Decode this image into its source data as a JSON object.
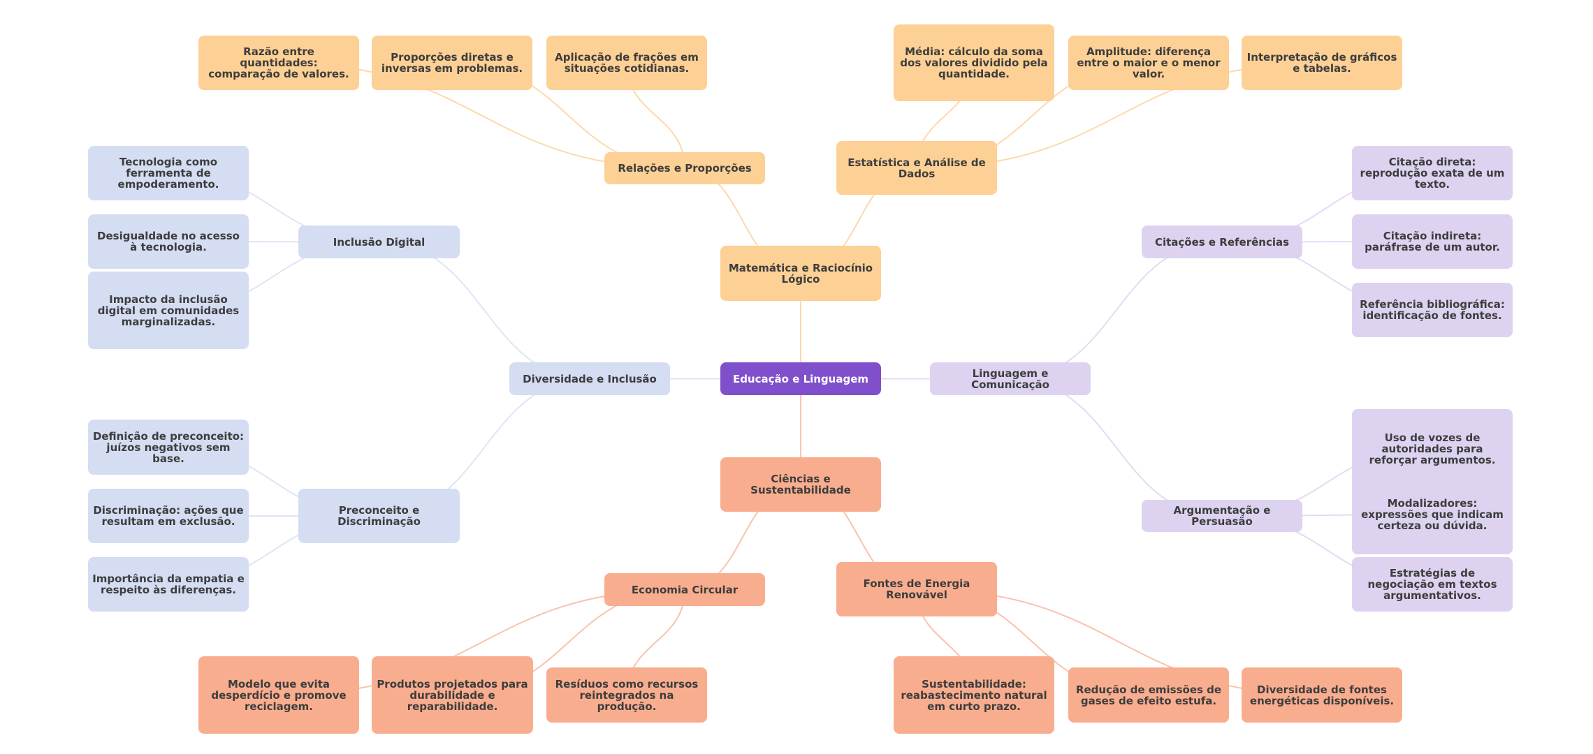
{
  "mindmap": {
    "root": {
      "id": "root",
      "label": "Educação e Linguagem",
      "color": "#7f4fcc"
    },
    "colors": {
      "math": "#fdd095",
      "lang": "#ddd3f0",
      "div": "#d4ddf2",
      "sci": "#f9ad8f",
      "math_edge": "#fcd9ad",
      "lang_edge": "#e3dbf4",
      "div_edge": "#dfe5f5",
      "sci_edge": "#f9c3ad"
    },
    "branches": {
      "math": {
        "label": "Matemática e Raciocínio Lógico",
        "subtopics": [
          {
            "label": "Relações e Proporções",
            "leaves": [
              "Razão entre quantidades: comparação de valores.",
              "Proporções diretas e inversas em problemas.",
              "Aplicação de frações em situações cotidianas."
            ]
          },
          {
            "label": "Estatística e Análise de Dados",
            "leaves": [
              "Média: cálculo da soma dos valores dividido pela quantidade.",
              "Amplitude: diferença entre o maior e o menor valor.",
              "Interpretação de gráficos e tabelas."
            ]
          }
        ]
      },
      "lang": {
        "label": "Linguagem e Comunicação",
        "subtopics": [
          {
            "label": "Citações e Referências",
            "leaves": [
              "Citação direta: reprodução exata de um texto.",
              "Citação indireta: paráfrase de um autor.",
              "Referência bibliográfica: identificação de fontes."
            ]
          },
          {
            "label": "Argumentação e Persuasão",
            "leaves": [
              "Uso de vozes de autoridades para reforçar argumentos.",
              "Modalizadores: expressões que indicam certeza ou dúvida.",
              "Estratégias de negociação em textos argumentativos."
            ]
          }
        ]
      },
      "div": {
        "label": "Diversidade e Inclusão",
        "subtopics": [
          {
            "label": "Inclusão Digital",
            "leaves": [
              "Tecnologia como ferramenta de empoderamento.",
              "Desigualdade no acesso à tecnologia.",
              "Impacto da inclusão digital em comunidades marginalizadas."
            ]
          },
          {
            "label": "Preconceito e Discriminação",
            "leaves": [
              "Definição de preconceito: juízos negativos sem base.",
              "Discriminação: ações que resultam em exclusão.",
              "Importância da empatia e respeito às diferenças."
            ]
          }
        ]
      },
      "sci": {
        "label": "Ciências e Sustentabilidade",
        "subtopics": [
          {
            "label": "Economia Circular",
            "leaves": [
              "Modelo que evita desperdício e promove reciclagem.",
              "Produtos projetados para durabilidade e reparabilidade.",
              "Resíduos como recursos reintegrados na produção."
            ]
          },
          {
            "label": "Fontes de Energia Renovável",
            "leaves": [
              "Sustentabilidade: reabastecimento natural em curto prazo.",
              "Redução de emissões de gases de efeito estufa.",
              "Diversidade de fontes energéticas disponíveis."
            ]
          }
        ]
      }
    }
  }
}
